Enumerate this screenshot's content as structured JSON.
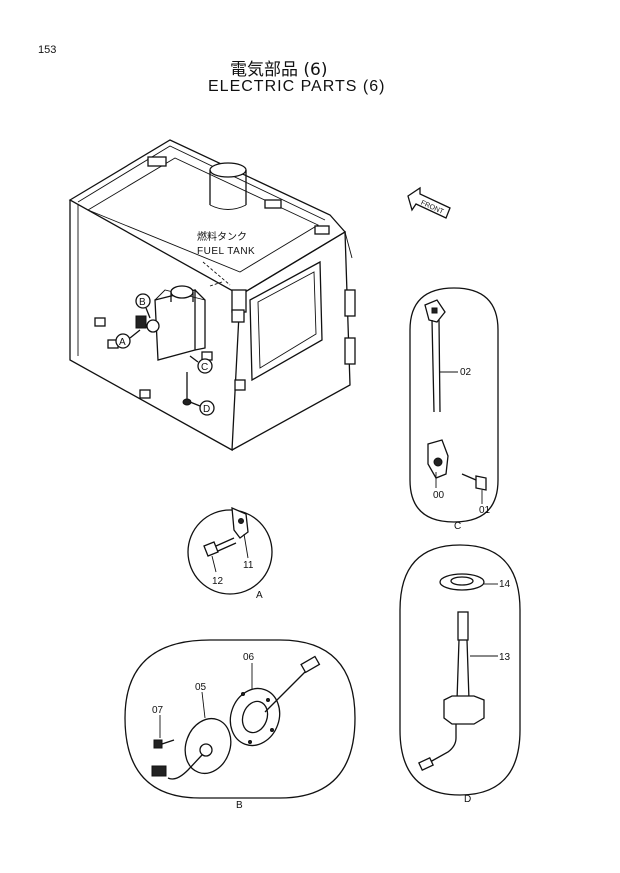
{
  "page_number": "153",
  "title_jp": "電気部品 (6)",
  "title_en": "ELECTRIC PARTS (6)",
  "tank_label_jp": "燃料タンク",
  "tank_label_en": "FUEL TANK",
  "front_label": "FRONT",
  "detail_callouts": [
    "A",
    "B",
    "C",
    "D"
  ],
  "detail_A": {
    "label": "A",
    "parts": [
      "11",
      "12"
    ]
  },
  "detail_B": {
    "label": "B",
    "parts": [
      "05",
      "06",
      "07"
    ]
  },
  "detail_C": {
    "label": "C",
    "parts": [
      "02",
      "00",
      "01"
    ]
  },
  "detail_D": {
    "label": "D",
    "parts": [
      "14",
      "13"
    ]
  }
}
